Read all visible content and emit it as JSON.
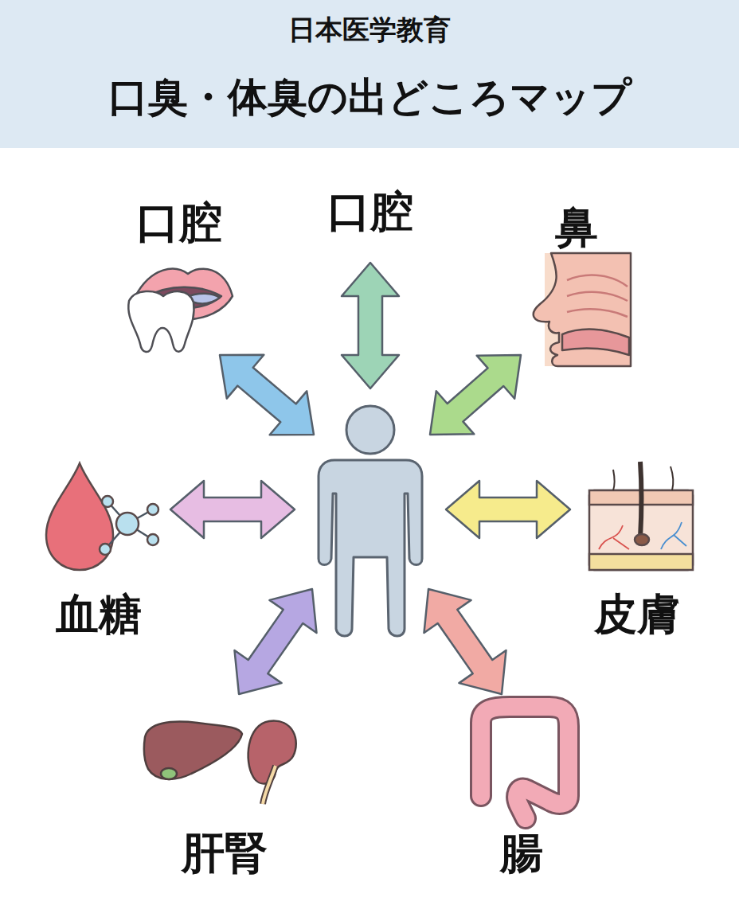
{
  "diagram": {
    "title": "口臭・体臭の出どころマップ",
    "labels": [
      "日本医学教育",
      "口腔",
      "口腔",
      "鼻",
      "血糖",
      "皮膚",
      "肝腎",
      "腸"
    ]
  }
}
